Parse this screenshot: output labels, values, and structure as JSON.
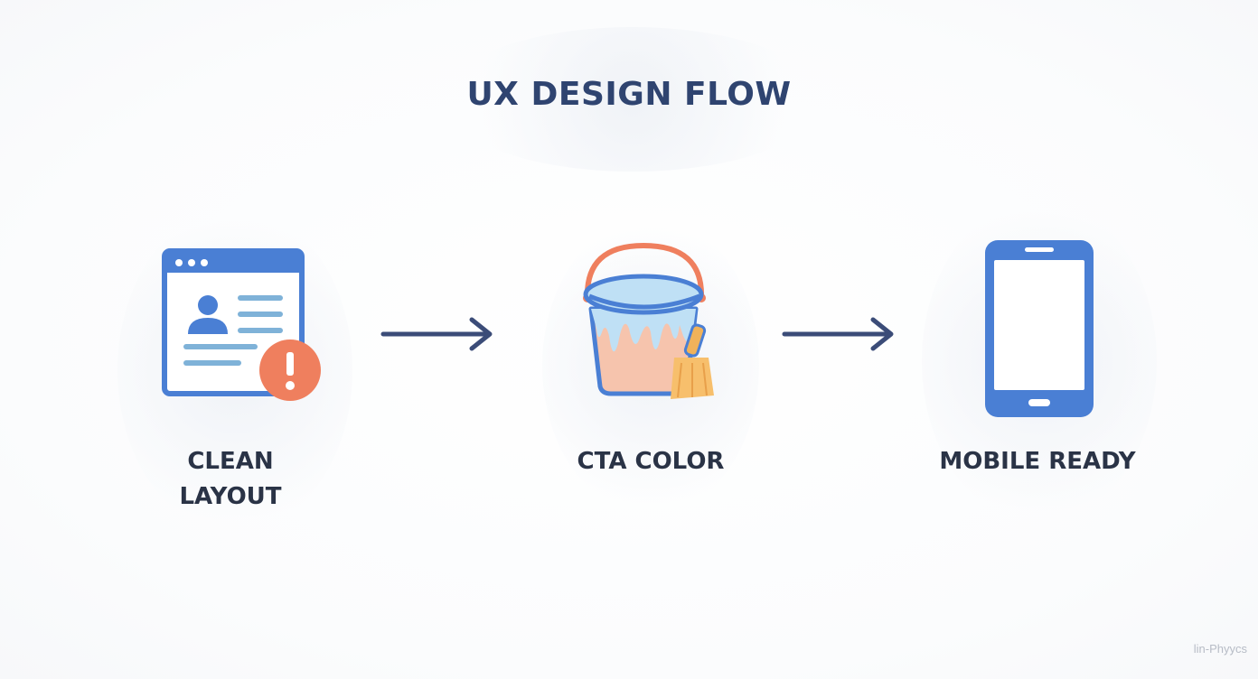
{
  "title": "UX DESIGN FLOW",
  "steps": [
    {
      "label": "CLEAN\nLAYOUT",
      "icon": "browser-window-warning-icon"
    },
    {
      "label": "CTA COLOR",
      "icon": "paint-bucket-brush-icon"
    },
    {
      "label": "MOBILE READY",
      "icon": "smartphone-icon"
    }
  ],
  "connectors": [
    "arrow-right-icon",
    "arrow-right-icon"
  ],
  "watermark": "lin-Phyycs",
  "colors": {
    "title": "#2f4470",
    "label": "#2a3346",
    "primary_blue": "#4a7fd4",
    "light_blue": "#7fb2d8",
    "orange": "#ef7f5e",
    "arrow": "#3b4c78",
    "paint_fill": "#f6c4ad",
    "paint_top": "#bfe0f5"
  }
}
